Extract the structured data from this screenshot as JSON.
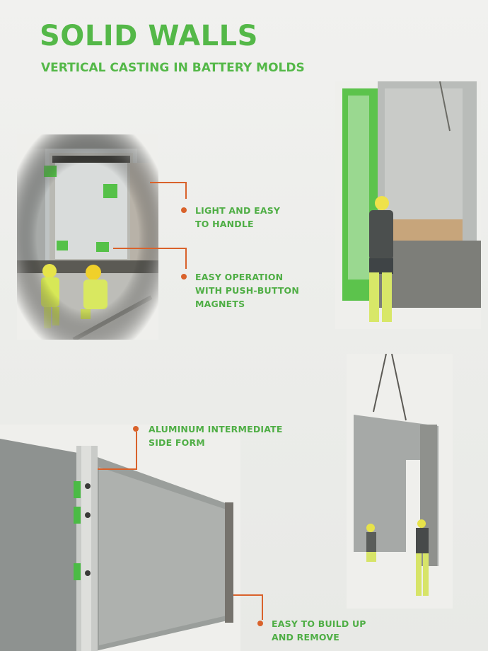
{
  "page": {
    "title": "SOLID WALLS",
    "subtitle": "VERTICAL CASTING IN BATTERY MOLDS"
  },
  "callouts": [
    {
      "lines": [
        "LIGHT AND EASY",
        "TO HANDLE"
      ]
    },
    {
      "lines": [
        "EASY OPERATION",
        "WITH PUSH-BUTTON",
        "MAGNETS"
      ]
    },
    {
      "lines": [
        "ALUMINUM INTERMEDIATE",
        "SIDE FORM"
      ]
    },
    {
      "lines": [
        "EASY TO BUILD UP",
        "AND REMOVE"
      ]
    }
  ],
  "colors": {
    "brand_green": "#54b848",
    "accent_orange": "#d9622b",
    "background": "#efefec"
  }
}
